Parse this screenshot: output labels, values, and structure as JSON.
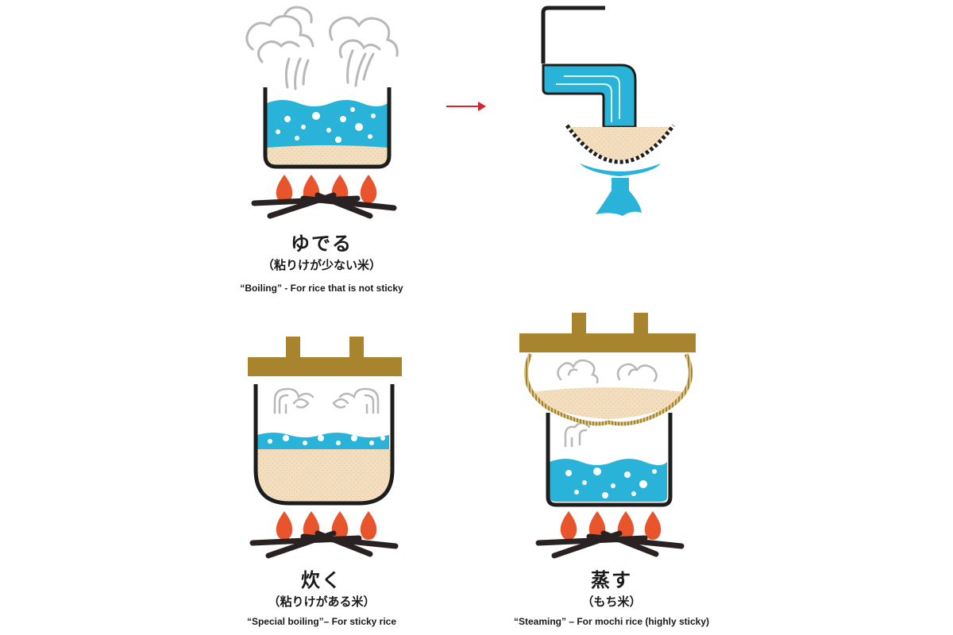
{
  "colors": {
    "water": "#29b3d8",
    "rice": "#f3dfc0",
    "pot": "#1d1d1d",
    "lid": "#a8842f",
    "flame": "#e8552d",
    "steam": "#b8b8b8",
    "arrow": "#d7232b",
    "text": "#1a1a1a"
  },
  "panels": {
    "boiling": {
      "title_jp": "ゆでる",
      "subtitle_jp": "（粘りけが少ない米）",
      "caption_en": "“Boiling” - For rice that is not sticky"
    },
    "special_boiling": {
      "title_jp": "炊く",
      "subtitle_jp": "（粘りけがある米）",
      "caption_en": "“Special boiling”– For sticky rice"
    },
    "steaming": {
      "title_jp": "蒸す",
      "subtitle_jp": "（もち米）",
      "caption_en": "“Steaming” – For mochi rice (highly sticky)"
    }
  },
  "icons": [
    "pot-icon",
    "steam-icon",
    "flame-icon",
    "firewood-icon",
    "arrow-right-icon",
    "pipe-icon",
    "colander-icon",
    "lid-icon",
    "steamer-basket-icon"
  ]
}
